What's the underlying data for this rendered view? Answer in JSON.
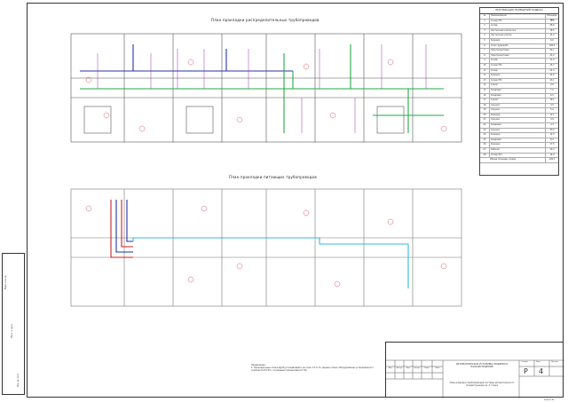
{
  "plan_top_title": "План прокладки распределительных трубопроводов",
  "plan_bottom_title": "План прокладки питающих трубопроводов",
  "table": {
    "title": "ЭКСПЛИКАЦИЯ ПОМЕЩЕНИЙ ПОДВАЛА",
    "col_num": "№",
    "col_name": "Наименование",
    "col_area": "Площадь, м2",
    "rows": [
      [
        "1",
        "Склад ЧТС",
        "71.6"
      ],
      [
        "2",
        "Склад",
        "58.8"
      ],
      [
        "3",
        "Лестничная клетка №1",
        "18.5"
      ],
      [
        "4",
        "Лестничная клетка",
        "15.2"
      ],
      [
        "5",
        "Коридор",
        "6.0"
      ],
      [
        "6",
        "Холл гардероба",
        "106.5"
      ],
      [
        "7",
        "Электрощитовая",
        "22.1"
      ],
      [
        "8",
        "Электрощитовая",
        "22.2"
      ],
      [
        "9",
        "Склад",
        "11.0"
      ],
      [
        "10",
        "Склад ЧТС",
        "25.7"
      ],
      [
        "11",
        "Склад",
        "22.4"
      ],
      [
        "12",
        "Коридор",
        "44.8"
      ],
      [
        "13",
        "Склад ЧТС",
        "23.1"
      ],
      [
        "14",
        "Туалет",
        "9.6"
      ],
      [
        "15",
        "Кладовая",
        "7.0"
      ],
      [
        "16",
        "Кладовая",
        "6.5"
      ],
      [
        "17",
        "Туалет",
        "10.1"
      ],
      [
        "18",
        "Санузел",
        "4.5"
      ],
      [
        "19",
        "Санузел",
        "5.4"
      ],
      [
        "20",
        "Коридор",
        "12.1"
      ],
      [
        "21",
        "Санузел",
        "4.9"
      ],
      [
        "22",
        "Кладовая",
        "4.3"
      ],
      [
        "23",
        "Санузел",
        "23.6"
      ],
      [
        "24",
        "Коридор",
        "14.9"
      ],
      [
        "25",
        "Кладовая",
        "8.2"
      ],
      [
        "26",
        "Коридор",
        "17.5"
      ],
      [
        "27",
        "Кабинет",
        "13.3"
      ],
      [
        "28",
        "Склад ЧТС",
        "16.9"
      ]
    ],
    "total_label": "Общая площадь склада",
    "total_value": "106.1"
  },
  "notes": {
    "heading": "Примечание:",
    "text": "1. Прокладочные этажи Ду50 устанавливать на этаж 1.5 м по здание этажа. Оборудование установленного комплекта ПЧ-50 с основными элементами Ст-50."
  },
  "stamp": {
    "org": "АВТОМАТИЧЕСКАЯ УСТАНОВКА ВОДЯНОГО ПОЖАРОТУШЕНИЯ",
    "drawing": "План разводки трубопроводов системы автоматического пожаротушения на -1 этаже",
    "stage_label": "Стадия",
    "sheet_label": "Лист",
    "sheets_label": "Листов",
    "stage": "Р",
    "sheet": "4",
    "format": "Формат А3",
    "cols": [
      "Изм.",
      "Кол.уч",
      "Лист",
      "№ док.",
      "Подп.",
      "Дата"
    ]
  },
  "left_strip": [
    "Взам. инв. №",
    "Подп. и дата",
    "Инв. № подл."
  ]
}
